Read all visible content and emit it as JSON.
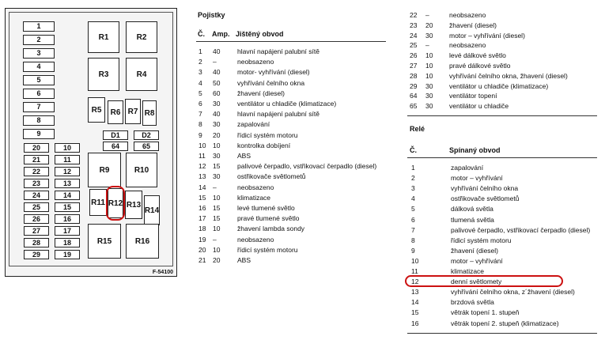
{
  "diagram": {
    "code": "F-54100",
    "left_fuses": [
      "1",
      "2",
      "3",
      "4",
      "5",
      "6",
      "7",
      "8",
      "9"
    ],
    "pair_fuses": [
      [
        "20",
        "10"
      ],
      [
        "21",
        "11"
      ],
      [
        "22",
        "12"
      ],
      [
        "23",
        "13"
      ],
      [
        "24",
        "14"
      ],
      [
        "25",
        "15"
      ],
      [
        "26",
        "16"
      ],
      [
        "27",
        "17"
      ],
      [
        "28",
        "18"
      ],
      [
        "29",
        "19"
      ]
    ],
    "relays": [
      "R1",
      "R2",
      "R3",
      "R4",
      "R5",
      "R6",
      "R7",
      "R8",
      "R9",
      "R10",
      "R11",
      "R12",
      "R13",
      "R14",
      "R15",
      "R16"
    ],
    "small_fuses": [
      "D1",
      "D2",
      "64",
      "65"
    ],
    "highlighted_relay": "R12"
  },
  "fuses": {
    "title": "Pojistky",
    "col_no": "Č.",
    "col_amp": "Amp.",
    "col_circuit": "Jištěný obvod",
    "rows": [
      [
        "1",
        "40",
        "hlavní napájení palubní sítě"
      ],
      [
        "2",
        "–",
        "neobsazeno"
      ],
      [
        "3",
        "40",
        "motor- vyhřívání (diesel)"
      ],
      [
        "4",
        "50",
        "vyhřívání čelního okna"
      ],
      [
        "5",
        "60",
        "žhavení (diesel)"
      ],
      [
        "6",
        "30",
        "ventilátor u chladiče (klimatizace)"
      ],
      [
        "7",
        "40",
        "hlavní napájení palubní sítě"
      ],
      [
        "8",
        "30",
        "zapalování"
      ],
      [
        "9",
        "20",
        "řídicí systém motoru"
      ],
      [
        "10",
        "10",
        "kontrolka dobíjení"
      ],
      [
        "11",
        "30",
        "ABS"
      ],
      [
        "12",
        "15",
        "palivové čerpadlo, vstřikovací čerpadlo (diesel)"
      ],
      [
        "13",
        "30",
        "ostřikovače světlometů"
      ],
      [
        "14",
        "–",
        "neobsazeno"
      ],
      [
        "15",
        "10",
        "klimatizace"
      ],
      [
        "16",
        "15",
        "levé tlumené světlo"
      ],
      [
        "17",
        "15",
        "pravé tlumené světlo"
      ],
      [
        "18",
        "10",
        "žhavení lambda sondy"
      ],
      [
        "19",
        "–",
        "neobsazeno"
      ],
      [
        "20",
        "10",
        "řídicí systém motoru"
      ],
      [
        "21",
        "20",
        "ABS"
      ]
    ],
    "continued": [
      [
        "22",
        "–",
        "neobsazeno"
      ],
      [
        "23",
        "20",
        "žhavení (diesel)"
      ],
      [
        "24",
        "30",
        "motor – vyhřívání (diesel)"
      ],
      [
        "25",
        "–",
        "neobsazeno"
      ],
      [
        "26",
        "10",
        "levé dálkové světlo"
      ],
      [
        "27",
        "10",
        "pravé dálkové světlo"
      ],
      [
        "28",
        "10",
        "vyhřívání čelního okna, žhavení (diesel)"
      ],
      [
        "29",
        "30",
        "ventilátor u chladiče (klimatizace)"
      ],
      [
        "64",
        "30",
        "ventilátor topení"
      ],
      [
        "65",
        "30",
        "ventilátor u chladiče"
      ]
    ]
  },
  "relays": {
    "title": "Relé",
    "col_no": "Č.",
    "col_circuit": "Spínaný obvod",
    "rows": [
      [
        "1",
        "zapalování"
      ],
      [
        "2",
        "motor – vyhřívání"
      ],
      [
        "3",
        "vyhřívání čelního okna"
      ],
      [
        "4",
        "ostřikovače světlometů"
      ],
      [
        "5",
        "dálková světla"
      ],
      [
        "6",
        "tlumená světla"
      ],
      [
        "7",
        "palivové čerpadlo, vstřikovací čerpadlo (diesel)"
      ],
      [
        "8",
        "řídicí systém motoru"
      ],
      [
        "9",
        "žhavení (diesel)"
      ],
      [
        "10",
        "motor – vyhřívání"
      ],
      [
        "11",
        "klimatizace"
      ],
      [
        "12",
        "denní světlomety"
      ],
      [
        "13",
        "vyhřívání čelního okna, z´žhavení (diesel)"
      ],
      [
        "14",
        "brzdová světla"
      ],
      [
        "15",
        "větrák topení 1. stupeň"
      ],
      [
        "16",
        "větrák topení 2. stupeň (klimatizace)"
      ]
    ],
    "highlighted_row": "12"
  },
  "colors": {
    "highlight": "#cc1111",
    "line": "#222222"
  }
}
